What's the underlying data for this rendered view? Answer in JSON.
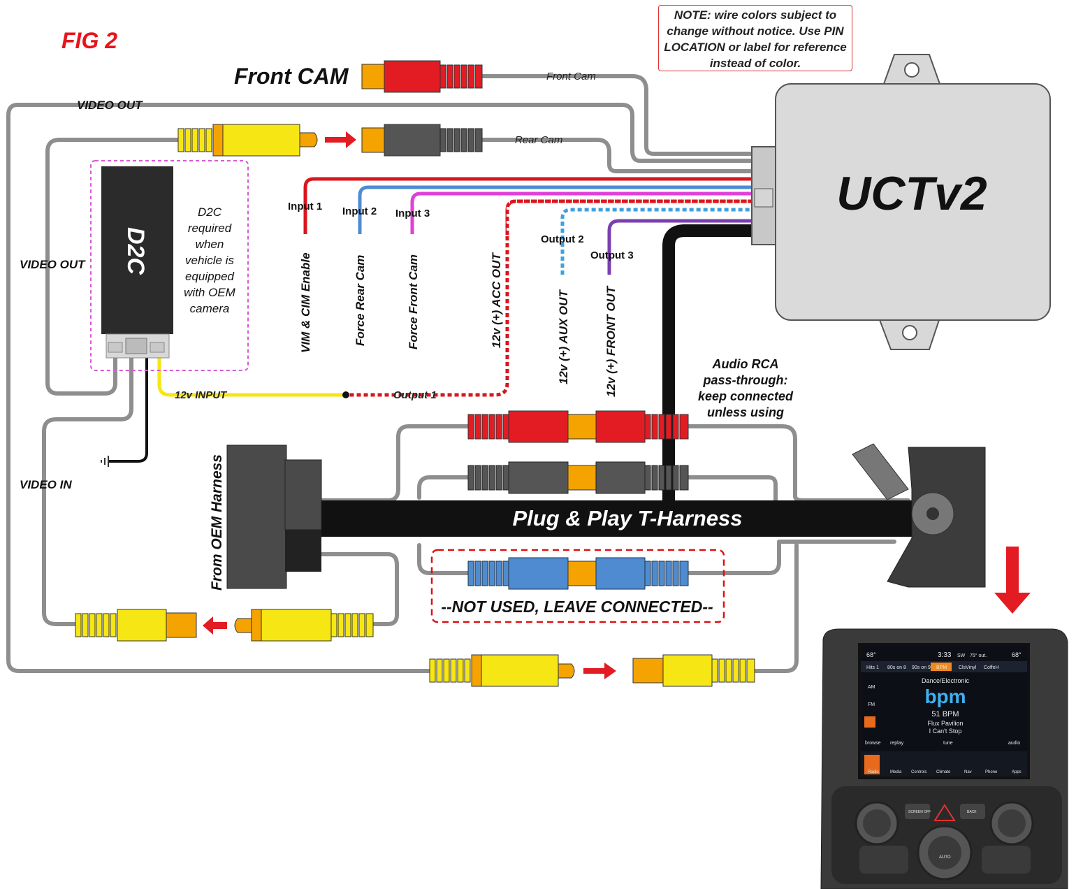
{
  "figure_label": "FIG 2",
  "note": "NOTE: wire colors subject to change without notice. Use PIN LOCATION or label for reference instead of color.",
  "front_cam_title": "Front CAM",
  "module": {
    "name": "UCTv2"
  },
  "d2c": {
    "name": "D2C",
    "note_lines": [
      "D2C",
      "required",
      "when",
      "vehicle is",
      "equipped",
      "with OEM",
      "camera"
    ]
  },
  "wire_labels": {
    "front_cam": "Front Cam",
    "rear_cam": "Rear Cam",
    "video_out_top": "VIDEO OUT",
    "video_out_left": "VIDEO OUT",
    "video_in": "VIDEO IN",
    "input_12v": "12v INPUT",
    "output_1": "Output 1"
  },
  "wires": [
    {
      "label": "Input 1",
      "function": "VIM & CIM Enable",
      "color": "#d9161e"
    },
    {
      "label": "Input 2",
      "function": "Force Rear Cam",
      "color": "#4f8bd0"
    },
    {
      "label": "Input 3",
      "function": "Force Front Cam",
      "color": "#e040d8"
    },
    {
      "label": "",
      "function": "12v (+) ACC OUT",
      "color": "#d9161e"
    },
    {
      "label": "Output 2",
      "function": "12v (+) AUX OUT",
      "color": "#3fa0dc"
    },
    {
      "label": "Output 3",
      "function": "12v (+) FRONT OUT",
      "color": "#7b3fb0"
    }
  ],
  "audio_note": [
    "Audio RCA",
    "pass-through:",
    "keep connected",
    "unless using"
  ],
  "harness": {
    "title": "Plug & Play T-Harness",
    "oem_label": "From OEM Harness"
  },
  "not_used_label": "--NOT USED, LEAVE CONNECTED--",
  "radio": {
    "temp_left": "68°",
    "time": "3:33",
    "compass": "SW",
    "outside_temp": "75° out.",
    "temp_right": "68°",
    "presets": [
      "Hits 1",
      "80s on 8",
      "90s on 9",
      "BPM",
      "ClsVinyl",
      "CoffeH"
    ],
    "genre": "Dance/Electronic",
    "station_logo": "bpm",
    "channel": "51 BPM",
    "artist": "Flux Pavilion",
    "song": "I Can't Stop",
    "left_buttons": [
      "AM",
      "FM"
    ],
    "controls": [
      "browse",
      "replay",
      "tune",
      "audio"
    ],
    "nav_items": [
      "Radio",
      "Media",
      "Controls",
      "Climate",
      "Nav",
      "Phone",
      "Apps"
    ],
    "hard_buttons": [
      "SCREEN OFF",
      "BACK",
      "AUTO"
    ]
  },
  "colors": {
    "wire_gray": "#8e8e8e",
    "red": "#e8141b",
    "yellow": "#f5e614",
    "orange": "#f5a300",
    "black": "#111111"
  }
}
